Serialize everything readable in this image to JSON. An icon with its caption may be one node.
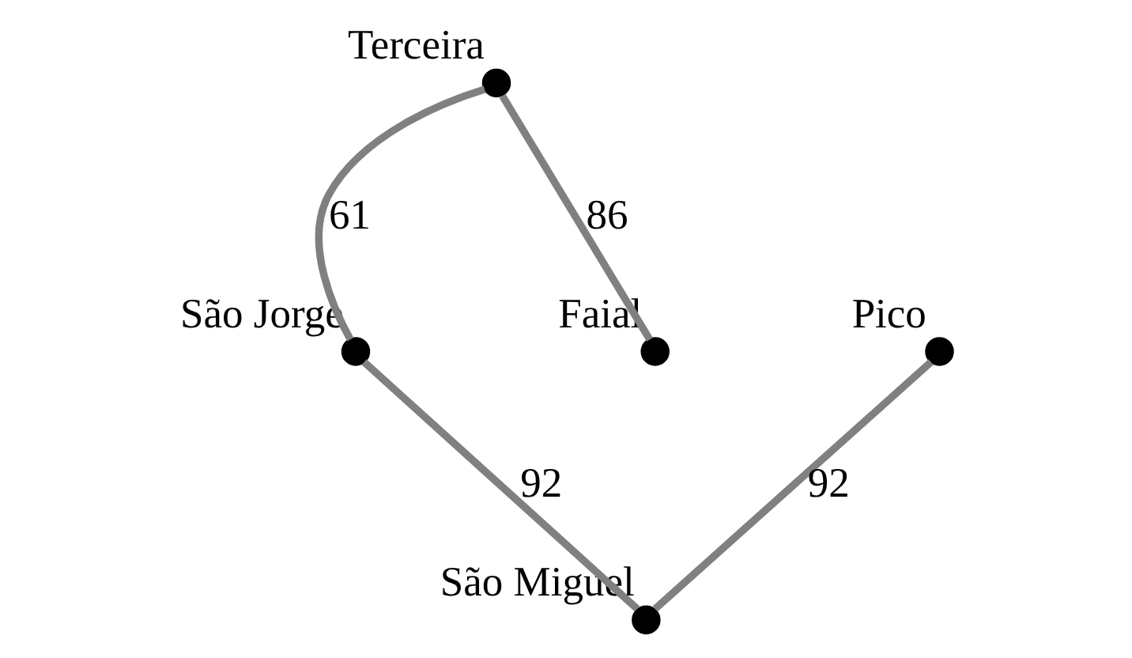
{
  "diagram": {
    "nodes": [
      {
        "text": [],
        "shape": "circle",
        "beside": [
          "Terceira"
        ]
      },
      {
        "text": [],
        "shape": "circle",
        "beside": [
          "São Jorge"
        ]
      },
      {
        "text": [],
        "shape": "circle",
        "beside": [
          "Faial"
        ]
      },
      {
        "text": [],
        "shape": "circle",
        "beside": [
          "Pico"
        ]
      },
      {
        "text": [],
        "shape": "circle",
        "beside": [
          "São Miguel"
        ]
      }
    ],
    "edges": [
      {
        "from": 2,
        "to": 0,
        "arrow": "none",
        "label": "86"
      },
      {
        "from": 0,
        "to": 1,
        "arrow": "none",
        "label": "61"
      },
      {
        "from": 1,
        "to": 4,
        "arrow": "none",
        "label": "92"
      },
      {
        "from": 3,
        "to": 4,
        "arrow": "none",
        "label": "92"
      }
    ]
  }
}
